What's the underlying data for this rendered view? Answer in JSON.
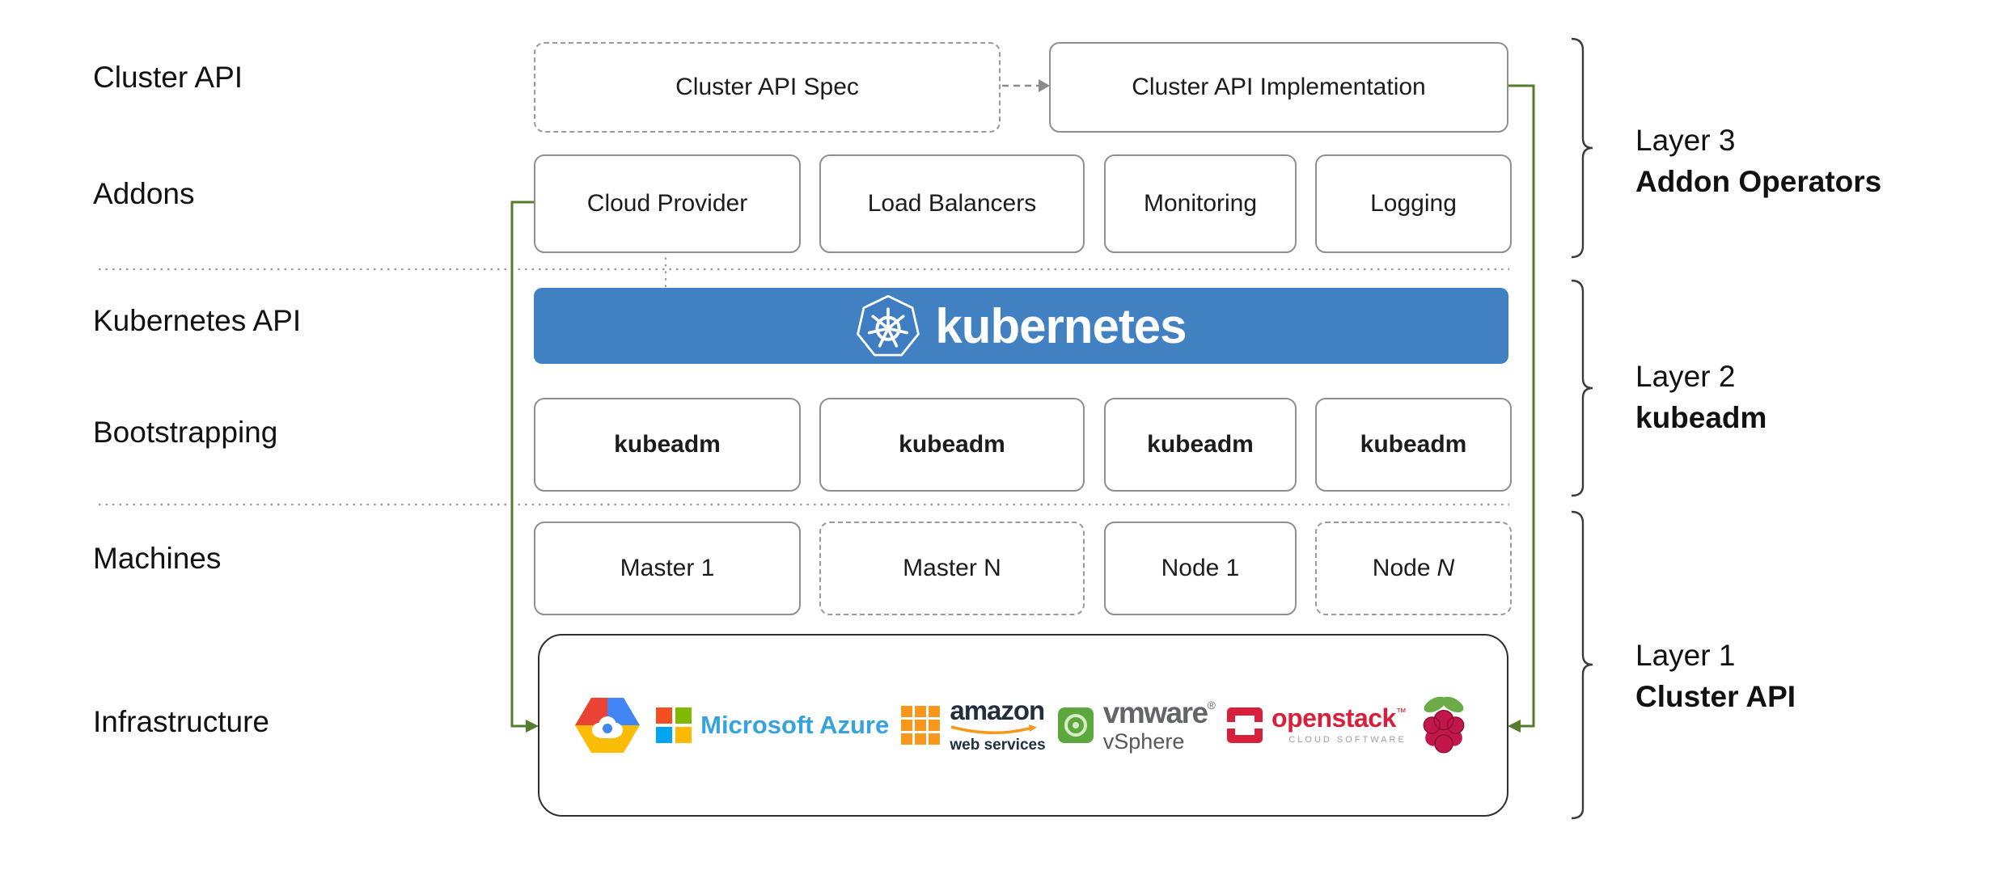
{
  "row_labels": {
    "cluster_api": "Cluster API",
    "addons": "Addons",
    "kubernetes_api": "Kubernetes API",
    "bootstrapping": "Bootstrapping",
    "machines": "Machines",
    "infrastructure": "Infrastructure"
  },
  "cluster_api_row": {
    "spec_label": "Cluster API Spec",
    "implementation_label": "Cluster API Implementation"
  },
  "addons_row": {
    "items": [
      "Cloud Provider",
      "Load Balancers",
      "Monitoring",
      "Logging"
    ]
  },
  "kubernetes_banner": {
    "label": "kubernetes"
  },
  "bootstrapping_row": {
    "items": [
      "kubeadm",
      "kubeadm",
      "kubeadm",
      "kubeadm"
    ]
  },
  "machines_row": {
    "items": [
      {
        "label": "Master 1"
      },
      {
        "label": "Master N"
      },
      {
        "label": "Node 1"
      },
      {
        "label": "Node",
        "em": "N"
      }
    ]
  },
  "infrastructure": {
    "logos": {
      "google_cloud": {
        "icon": "google-cloud-hexagon"
      },
      "azure": {
        "label": "Microsoft Azure"
      },
      "aws": {
        "label": "amazon",
        "sub": "web services"
      },
      "vmware": {
        "label": "vmware",
        "reg": "®",
        "sub": "vSphere"
      },
      "openstack": {
        "label": "openstack",
        "tm": "™",
        "sub": "CLOUD SOFTWARE"
      },
      "raspberry_pi": {
        "icon": "raspberry-pi"
      }
    }
  },
  "layer_annotations": [
    {
      "title": "Layer 3",
      "subtitle": "Addon Operators"
    },
    {
      "title": "Layer 2",
      "subtitle": "kubeadm"
    },
    {
      "title": "Layer 1",
      "subtitle": "Cluster API"
    }
  ],
  "colors": {
    "kubernetes_blue": "#4181c2",
    "connector_green": "#567d2e",
    "border_gray": "#8f8f8f",
    "azure_blue": "#36a3dc",
    "aws_orange": "#f7981d",
    "openstack_red": "#d8203c",
    "raspberry_red": "#c2174a",
    "leaf_green": "#6cac48"
  }
}
